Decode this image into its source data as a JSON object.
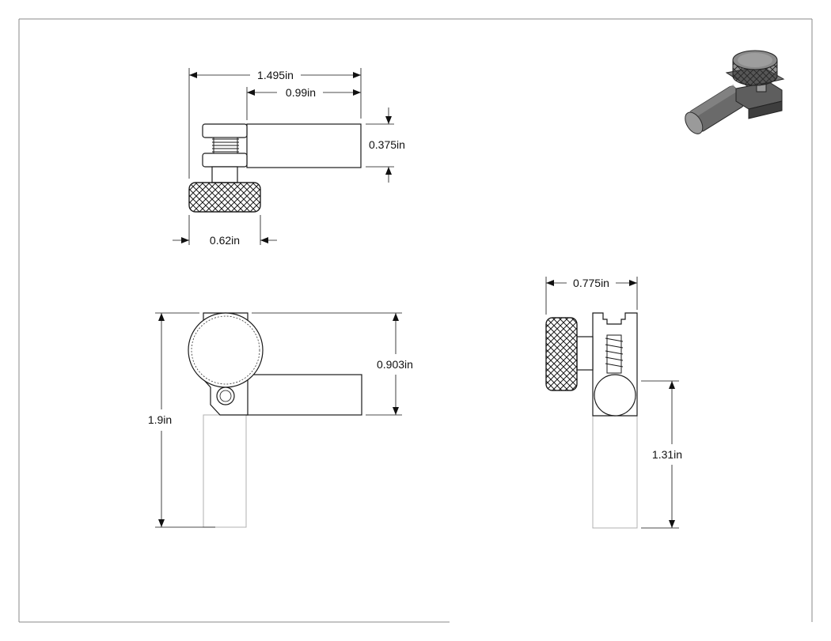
{
  "drawing": {
    "views": {
      "top_view": {
        "dims": {
          "overall_width": "1.495in",
          "rod_length": "0.99in",
          "rod_diameter": "0.375in",
          "knob_width": "0.62in"
        }
      },
      "front_view": {
        "dims": {
          "overall_height": "1.9in",
          "body_height": "0.903in"
        }
      },
      "side_view": {
        "dims": {
          "depth": "0.775in",
          "rod_height": "1.31in"
        }
      },
      "iso_view": {
        "label": ""
      }
    },
    "colors": {
      "line": "#1a1a1a",
      "hidden_line": "#b0b0b0",
      "border": "#888888",
      "iso_dark": "#3a3a3a",
      "iso_mid": "#6a6a6a",
      "iso_light": "#9a9a9a"
    }
  }
}
